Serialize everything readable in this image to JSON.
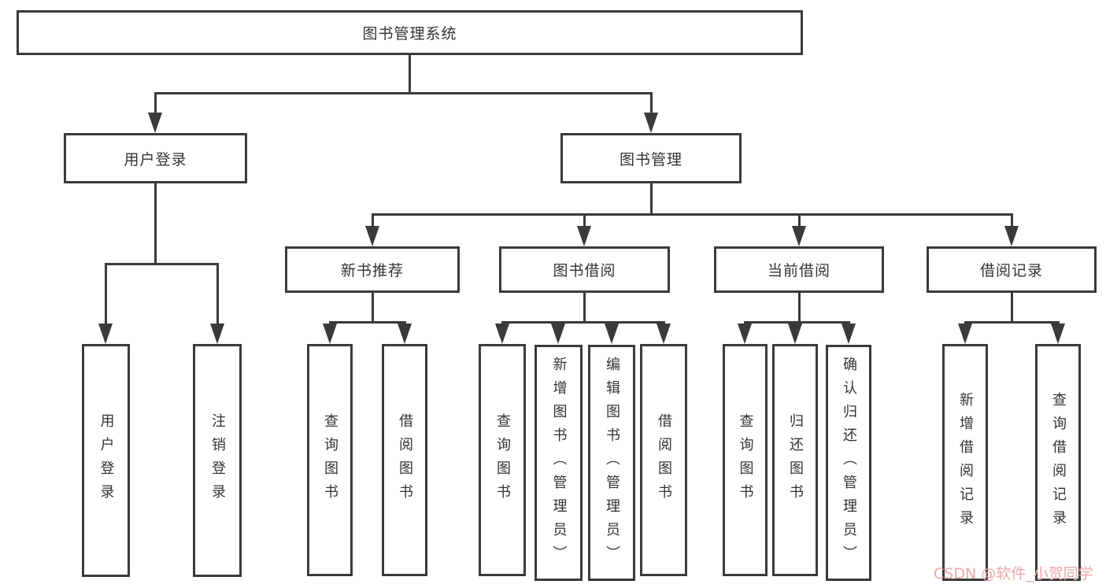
{
  "diagram": {
    "type": "tree",
    "root": {
      "label": "图书管理系统"
    },
    "level2": [
      {
        "label": "用户登录"
      },
      {
        "label": "图书管理"
      }
    ],
    "level3": [
      {
        "label": "新书推荐"
      },
      {
        "label": "图书借阅"
      },
      {
        "label": "当前借阅"
      },
      {
        "label": "借阅记录"
      }
    ],
    "leaves": {
      "user_login": [
        "用户登录",
        "注销登录"
      ],
      "new_book_recommend": [
        "查询图书",
        "借阅图书"
      ],
      "book_borrow": [
        "查询图书",
        "新增图书（管理员）",
        "编辑图书（管理员）",
        "借阅图书"
      ],
      "current_borrow": [
        "查询图书",
        "归还图书",
        "确认归还（管理员）"
      ],
      "borrow_records": [
        "新增借阅记录",
        "查询借阅记录"
      ]
    },
    "colors": {
      "line": "#3a3a3a",
      "text": "#333333",
      "box_bg": "#ffffff",
      "page_bg": "#ffffff",
      "watermark": "#eba8a8"
    }
  },
  "watermark": {
    "text": "CSDN @软件_小贺同学"
  }
}
